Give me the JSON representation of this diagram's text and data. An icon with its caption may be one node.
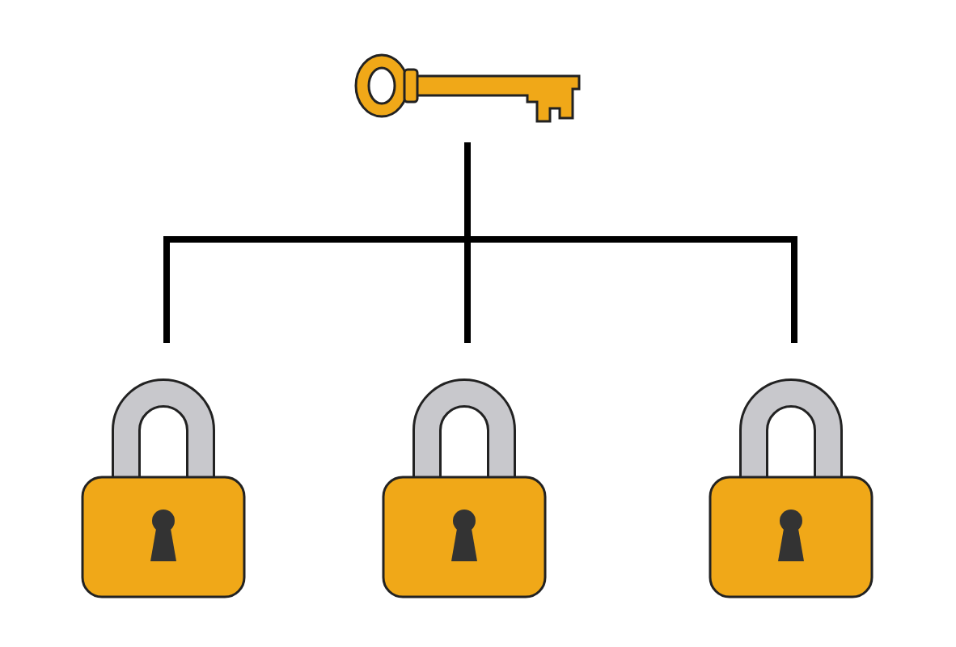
{
  "diagram": {
    "nodes": [
      {
        "text": [],
        "shape": "key"
      },
      {
        "text": [],
        "shape": "padlock"
      },
      {
        "text": [],
        "shape": "padlock"
      },
      {
        "text": [],
        "shape": "padlock"
      }
    ],
    "edges": [
      {
        "from": 0,
        "to": 1,
        "arrow": "none"
      },
      {
        "from": 0,
        "to": 2,
        "arrow": "none"
      },
      {
        "from": 0,
        "to": 3,
        "arrow": "none"
      }
    ]
  }
}
